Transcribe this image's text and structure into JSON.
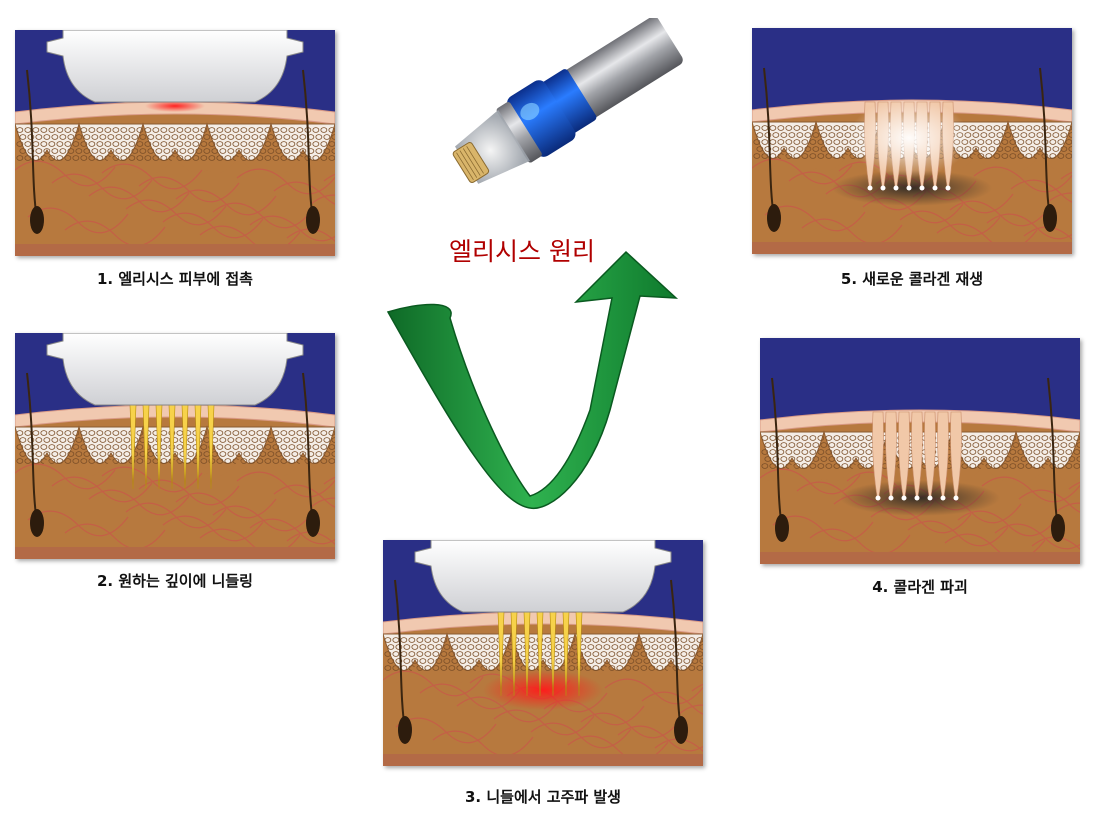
{
  "title": "엘리시스 원리",
  "colors": {
    "sky": "#2a2f86",
    "dermis": "#b7793e",
    "fat_cell": "#f4ede6",
    "epidermis": "#f1c9b0",
    "arrow": "#1e9a3e",
    "needle": "#f7d24a",
    "title": "#b00000"
  },
  "steps": [
    {
      "caption": "1. 엘리시스 피부에 접촉",
      "needles": "none",
      "effect": "contact-glow"
    },
    {
      "caption": "2. 원하는 깊이에 니들링",
      "needles": "gold",
      "effect": "none"
    },
    {
      "caption": "3. 니들에서 고주파 발생",
      "needles": "gold",
      "effect": "rf-heat"
    },
    {
      "caption": "4.  콜라겐 파괴",
      "needles": "collagen",
      "effect": "coagulation"
    },
    {
      "caption": "5. 새로운 콜라겐 재생",
      "needles": "collagen-glow",
      "effect": "regeneration"
    }
  ],
  "icons": [
    "handpiece-icon",
    "cycle-arrow-icon"
  ]
}
